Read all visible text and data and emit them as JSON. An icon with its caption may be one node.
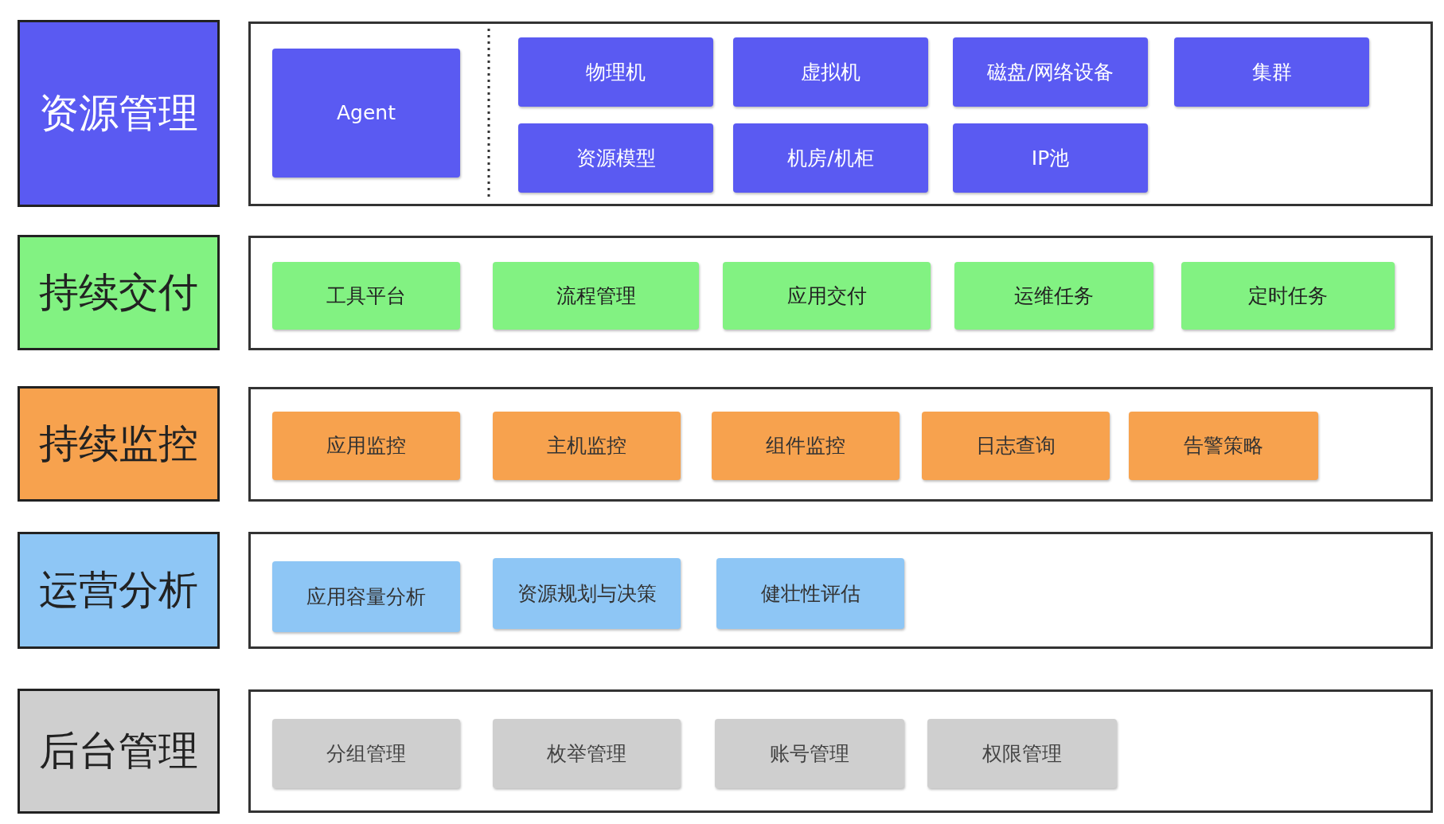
{
  "diagram": {
    "nodes": [
      {
        "text": [
          "资源管理"
        ]
      },
      {
        "text": [],
        "shape": "box"
      },
      {
        "text": [
          "Agent"
        ],
        "in": 1
      },
      {
        "text": [
          "物理机"
        ],
        "in": 1
      },
      {
        "text": [
          "虚拟机"
        ],
        "in": 1
      },
      {
        "text": [
          "磁盘/网络设备"
        ],
        "in": 1
      },
      {
        "text": [
          "集群"
        ],
        "in": 1
      },
      {
        "text": [
          "资源模型"
        ],
        "in": 1
      },
      {
        "text": [
          "机房/机柜"
        ],
        "in": 1
      },
      {
        "text": [
          "IP池"
        ],
        "in": 1
      },
      {
        "text": [
          "持续交付"
        ]
      },
      {
        "text": [],
        "shape": "box"
      },
      {
        "text": [
          "工具平台"
        ],
        "in": 11
      },
      {
        "text": [
          "流程管理"
        ],
        "in": 11
      },
      {
        "text": [
          "应用交付"
        ],
        "in": 11
      },
      {
        "text": [
          "运维任务"
        ],
        "in": 11
      },
      {
        "text": [
          "定时任务"
        ],
        "in": 11
      },
      {
        "text": [
          "持续监控"
        ]
      },
      {
        "text": [],
        "shape": "box"
      },
      {
        "text": [
          "应用监控"
        ],
        "in": 18
      },
      {
        "text": [
          "主机监控"
        ],
        "in": 18
      },
      {
        "text": [
          "组件监控"
        ],
        "in": 18
      },
      {
        "text": [
          "日志查询"
        ],
        "in": 18
      },
      {
        "text": [
          "告警策略"
        ],
        "in": 18
      },
      {
        "text": [
          "运营分析"
        ]
      },
      {
        "text": [],
        "shape": "box"
      },
      {
        "text": [
          "应用容量分析"
        ],
        "in": 25
      },
      {
        "text": [
          "资源规划与决策"
        ],
        "in": 25
      },
      {
        "text": [
          "健壮性评估"
        ],
        "in": 25
      },
      {
        "text": [
          "后台管理"
        ]
      },
      {
        "text": [],
        "shape": "box"
      },
      {
        "text": [
          "分组管理"
        ],
        "in": 30
      },
      {
        "text": [
          "枚举管理"
        ],
        "in": 30
      },
      {
        "text": [
          "账号管理"
        ],
        "in": 30
      },
      {
        "text": [
          "权限管理"
        ],
        "in": 30
      }
    ],
    "edges": []
  }
}
